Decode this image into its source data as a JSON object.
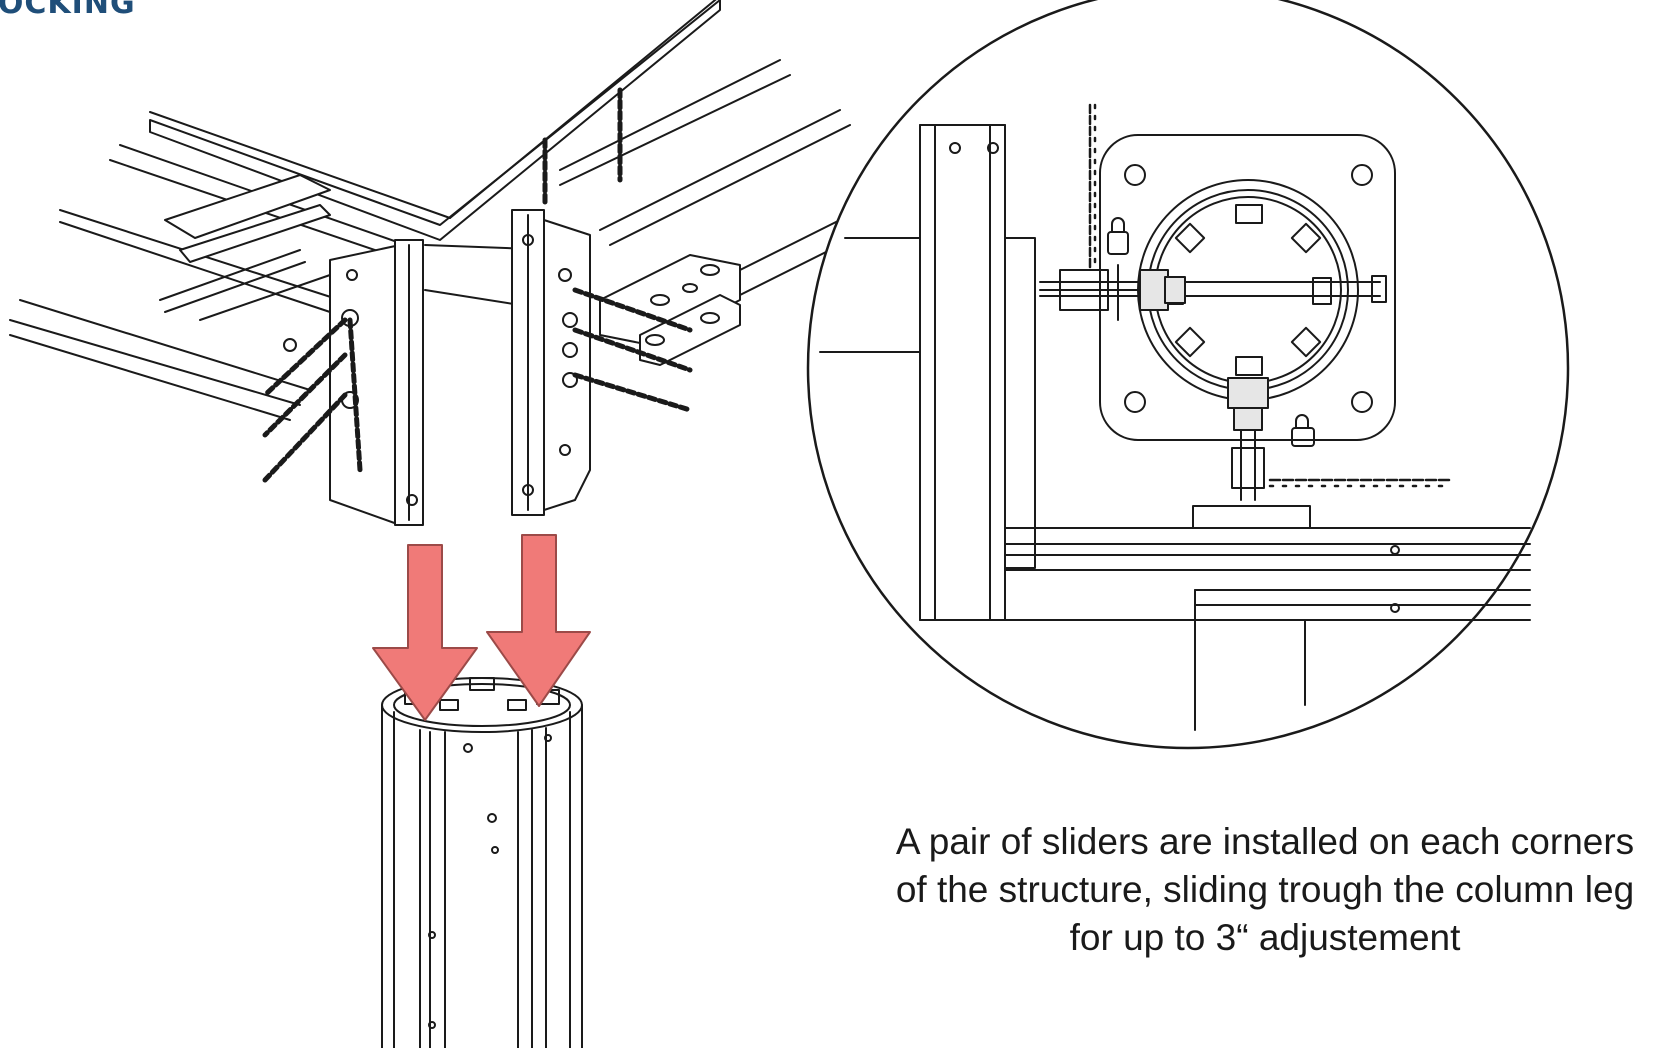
{
  "page": {
    "heading": "DOCKING",
    "caption": "A pair of sliders are installed on each corners of the structure, sliding trough the column leg for up to 3“ adjustement"
  },
  "colors": {
    "heading": "#1f4e79",
    "arrow_fill": "#f07a78",
    "arrow_stroke": "#9c4a48",
    "line": "#1a1a1a"
  },
  "icons": {
    "arrows": "down-arrow-icon",
    "detail_view": "magnified-detail-circle"
  }
}
